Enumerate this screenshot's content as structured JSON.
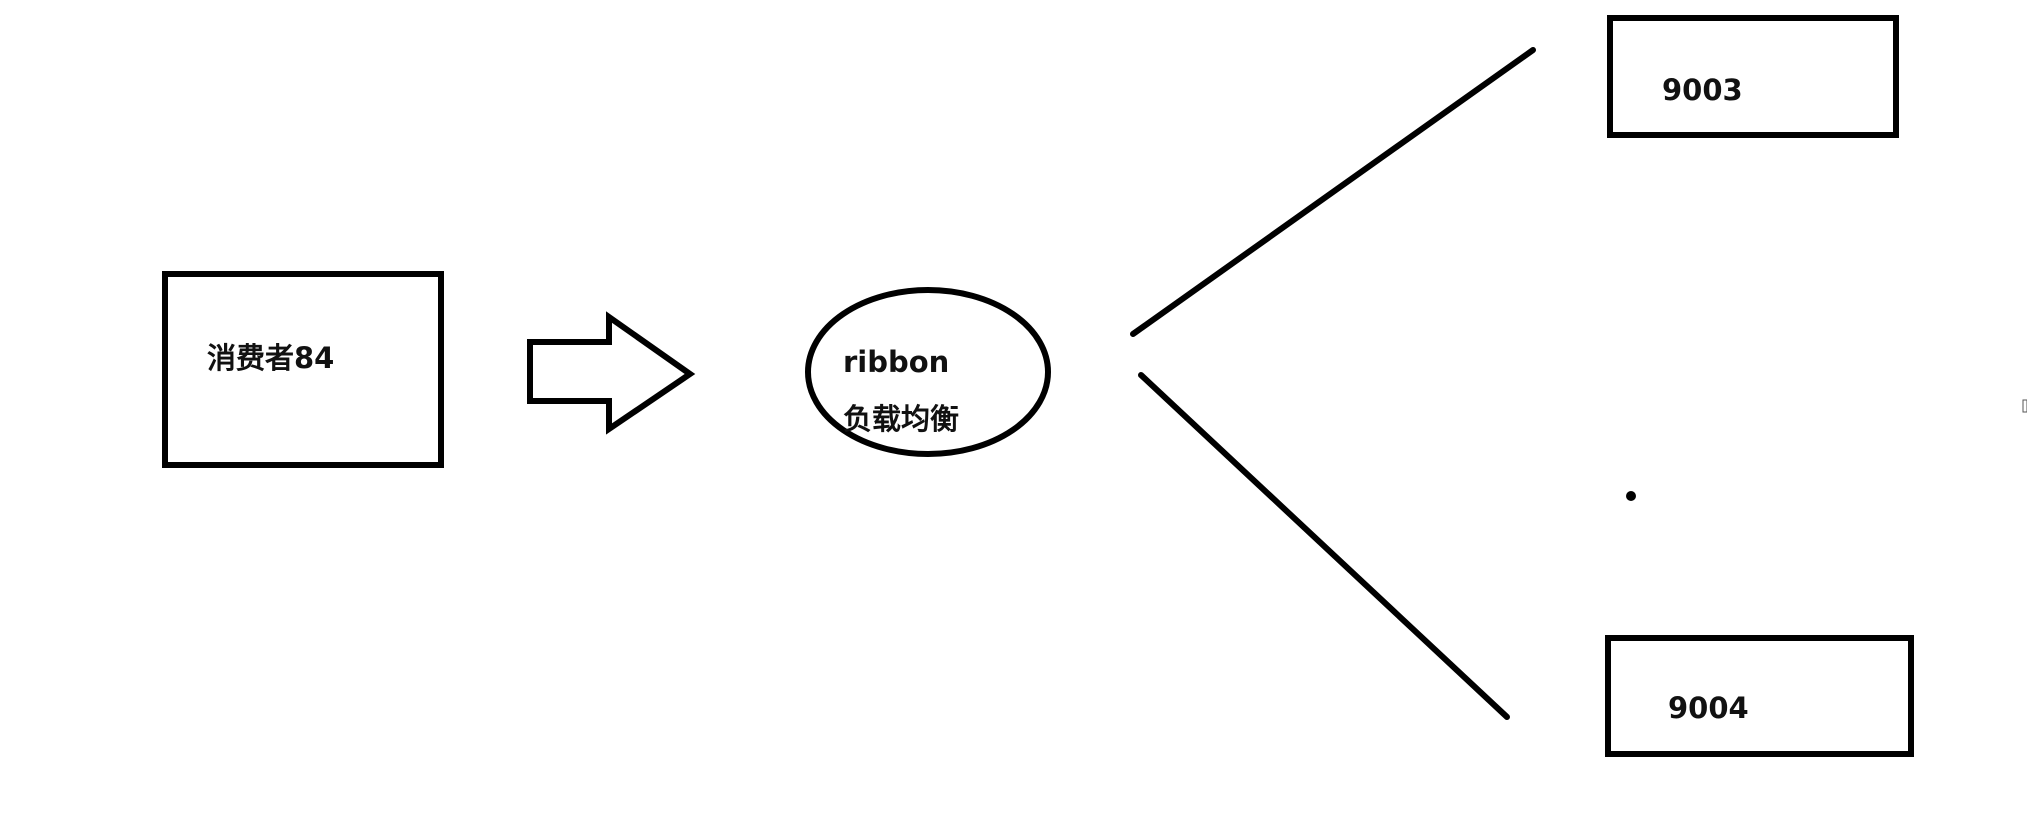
{
  "consumer": {
    "label": "消费者84"
  },
  "balancer": {
    "line1": "ribbon",
    "line2": "负载均衡"
  },
  "servers": [
    {
      "label": "9003"
    },
    {
      "label": "9004"
    }
  ],
  "colors": {
    "stroke": "#000000",
    "background": "#ffffff",
    "text": "#111111"
  }
}
